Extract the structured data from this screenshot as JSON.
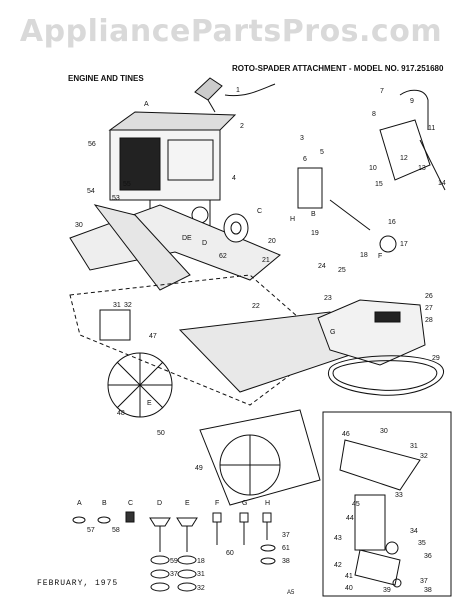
{
  "watermark": "AppliancePartsPros.com",
  "header": {
    "left_title": "ENGINE AND TINES",
    "right_title": "ROTO-SPADER ATTACHMENT - MODEL NO. 917.251680"
  },
  "footer": {
    "date": "FEBRUARY, 1975",
    "page": "A5"
  },
  "callouts": [
    {
      "id": "c1",
      "text": "1"
    },
    {
      "id": "c2",
      "text": "2"
    },
    {
      "id": "c3",
      "text": "3"
    },
    {
      "id": "c4",
      "text": "4"
    },
    {
      "id": "c5",
      "text": "5"
    },
    {
      "id": "c6",
      "text": "6"
    },
    {
      "id": "c7",
      "text": "7"
    },
    {
      "id": "c8",
      "text": "8"
    },
    {
      "id": "c9",
      "text": "9"
    },
    {
      "id": "c10",
      "text": "10"
    },
    {
      "id": "c11",
      "text": "11"
    },
    {
      "id": "c12",
      "text": "12"
    },
    {
      "id": "c13",
      "text": "13"
    },
    {
      "id": "c14",
      "text": "14"
    },
    {
      "id": "c15",
      "text": "15"
    },
    {
      "id": "c16",
      "text": "16"
    },
    {
      "id": "c17",
      "text": "17"
    },
    {
      "id": "c18",
      "text": "18"
    },
    {
      "id": "c19",
      "text": "19"
    },
    {
      "id": "c20",
      "text": "20"
    },
    {
      "id": "c21",
      "text": "21"
    },
    {
      "id": "c22",
      "text": "22"
    },
    {
      "id": "c23",
      "text": "23"
    },
    {
      "id": "c24",
      "text": "24"
    },
    {
      "id": "c25",
      "text": "25"
    },
    {
      "id": "c26",
      "text": "26"
    },
    {
      "id": "c27",
      "text": "27"
    },
    {
      "id": "c28",
      "text": "28"
    },
    {
      "id": "c29",
      "text": "29"
    },
    {
      "id": "c30",
      "text": "30"
    },
    {
      "id": "c31",
      "text": "31"
    },
    {
      "id": "c32",
      "text": "32"
    },
    {
      "id": "c47",
      "text": "47"
    },
    {
      "id": "c48",
      "text": "48"
    },
    {
      "id": "c49",
      "text": "49"
    },
    {
      "id": "c50",
      "text": "50"
    },
    {
      "id": "c53",
      "text": "53"
    },
    {
      "id": "c54",
      "text": "54"
    },
    {
      "id": "c55",
      "text": "55"
    },
    {
      "id": "c56",
      "text": "56"
    },
    {
      "id": "c62",
      "text": "62"
    },
    {
      "id": "cA",
      "text": "A"
    },
    {
      "id": "cB",
      "text": "B"
    },
    {
      "id": "cC",
      "text": "C"
    },
    {
      "id": "cD",
      "text": "D"
    },
    {
      "id": "cE",
      "text": "E"
    },
    {
      "id": "cF",
      "text": "F"
    },
    {
      "id": "cG",
      "text": "G"
    },
    {
      "id": "cH",
      "text": "H"
    },
    {
      "id": "cDE",
      "text": "DE"
    }
  ],
  "hardware_row": {
    "letters": [
      "A",
      "B",
      "C",
      "D",
      "E",
      "F",
      "G",
      "H"
    ],
    "numbers": [
      "57",
      "58",
      "59",
      "18",
      "60",
      "37",
      "61",
      "38",
      "31",
      "37",
      "32"
    ]
  },
  "inset_callouts": [
    "30",
    "31",
    "32",
    "33",
    "34",
    "35",
    "36",
    "37",
    "38",
    "39",
    "40",
    "41",
    "42",
    "43",
    "44",
    "45",
    "46"
  ]
}
